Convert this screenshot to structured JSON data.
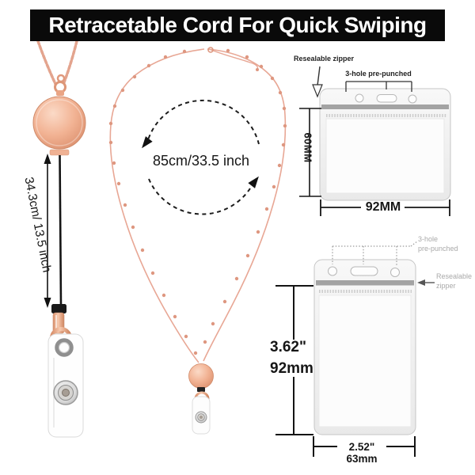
{
  "banner": {
    "title": "Retracetable Cord For Quick Swiping"
  },
  "left_lanyard": {
    "cord_length_label": "34.3cm/ 13.5 inch"
  },
  "necklace": {
    "length_label": "85cm/33.5 inch"
  },
  "horizontal_holder": {
    "resealable_label": "Resealable zipper",
    "holes_label": "3-hole pre-punched",
    "height_label": "60MM",
    "width_label": "92MM"
  },
  "vertical_holder": {
    "holes_label_line1": "3-hole",
    "holes_label_line2": "pre-punched",
    "resealable_label_line1": "Resealable",
    "resealable_label_line2": "zipper",
    "height_label_inch": "3.62\"",
    "height_label_mm": "92mm",
    "width_label": "2.52\" 63mm"
  },
  "colors": {
    "rose_gold": "#eda583",
    "banner_black": "#0a0a0a",
    "annotation_gray": "#a9a9a9",
    "dimension_black": "#161616"
  }
}
